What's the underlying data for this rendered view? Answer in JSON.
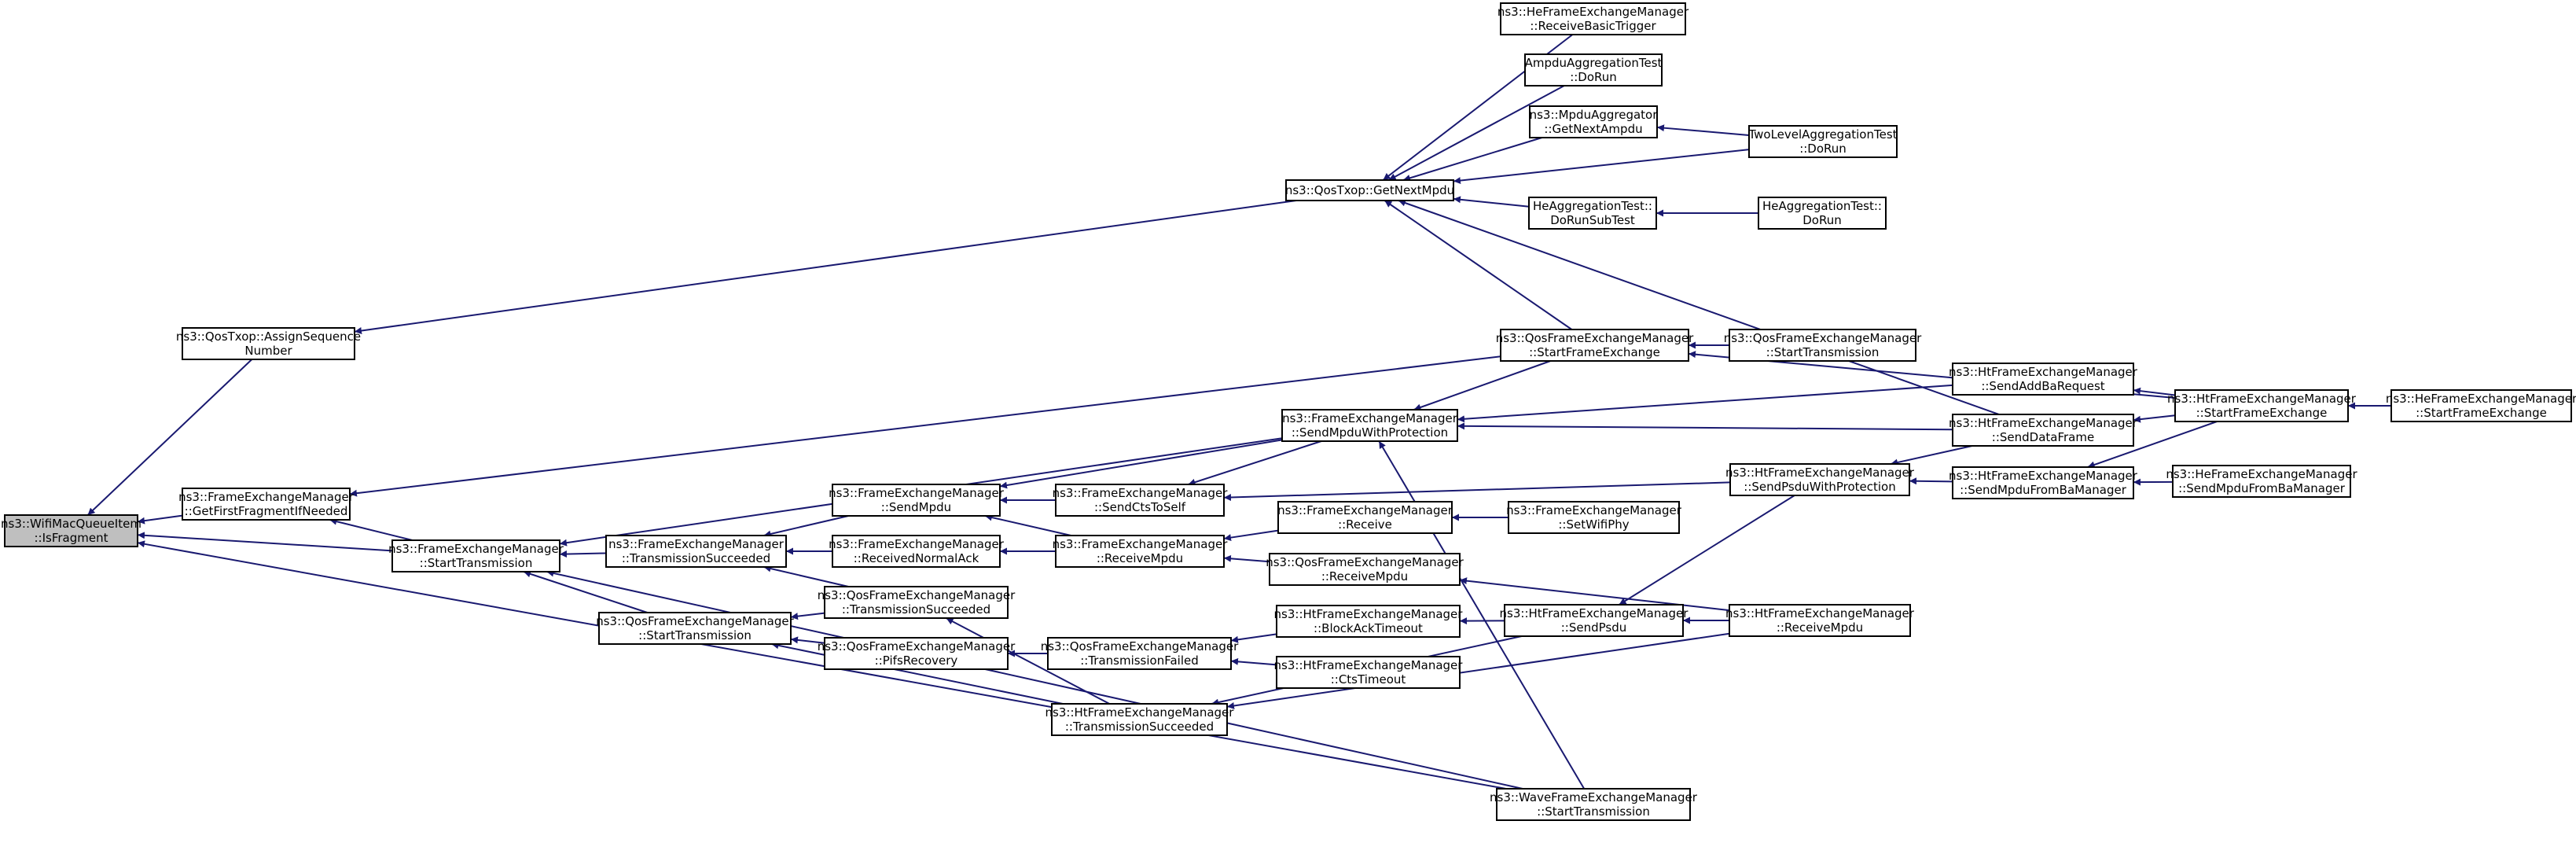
{
  "diagram": {
    "type": "call-graph",
    "direction": "right-to-left",
    "colors": {
      "node_fill": "#ffffff",
      "root_fill": "#bfbfbf",
      "border": "#000000",
      "edge": "#191970"
    },
    "nodes": [
      {
        "id": "root",
        "lines": [
          "ns3::WifiMacQueueItem",
          "::IsFragment"
        ],
        "root": true
      },
      {
        "id": "qostxop_assign",
        "lines": [
          "ns3::QosTxop::AssignSequence",
          "Number"
        ]
      },
      {
        "id": "fem_getfirst",
        "lines": [
          "ns3::FrameExchangeManager",
          "::GetFirstFragmentIfNeeded"
        ]
      },
      {
        "id": "fem_start",
        "lines": [
          "ns3::FrameExchangeManager",
          "::StartTransmission"
        ]
      },
      {
        "id": "fem_txsucc",
        "lines": [
          "ns3::FrameExchangeManager",
          "::TransmissionSucceeded"
        ]
      },
      {
        "id": "qfem_start",
        "lines": [
          "ns3::QosFrameExchangeManager",
          "::StartTransmission"
        ]
      },
      {
        "id": "fem_sendmpdu",
        "lines": [
          "ns3::FrameExchangeManager",
          "::SendMpdu"
        ]
      },
      {
        "id": "fem_recvnormalack",
        "lines": [
          "ns3::FrameExchangeManager",
          "::ReceivedNormalAck"
        ]
      },
      {
        "id": "qfem_txsucc",
        "lines": [
          "ns3::QosFrameExchangeManager",
          "::TransmissionSucceeded"
        ]
      },
      {
        "id": "qfem_pifs",
        "lines": [
          "ns3::QosFrameExchangeManager",
          "::PifsRecovery"
        ]
      },
      {
        "id": "fem_sendcts",
        "lines": [
          "ns3::FrameExchangeManager",
          "::SendCtsToSelf"
        ]
      },
      {
        "id": "fem_recvmpdu",
        "lines": [
          "ns3::FrameExchangeManager",
          "::ReceiveMpdu"
        ]
      },
      {
        "id": "qfem_txfailed",
        "lines": [
          "ns3::QosFrameExchangeManager",
          "::TransmissionFailed"
        ]
      },
      {
        "id": "htfem_txsucc",
        "lines": [
          "ns3::HtFrameExchangeManager",
          "::TransmissionSucceeded"
        ]
      },
      {
        "id": "qostxop_getnext",
        "lines": [
          "ns3::QosTxop::GetNextMpdu"
        ]
      },
      {
        "id": "fem_sendprot",
        "lines": [
          "ns3::FrameExchangeManager",
          "::SendMpduWithProtection"
        ]
      },
      {
        "id": "fem_receive",
        "lines": [
          "ns3::FrameExchangeManager",
          "::Receive"
        ]
      },
      {
        "id": "qfem_recvmpdu",
        "lines": [
          "ns3::QosFrameExchangeManager",
          "::ReceiveMpdu"
        ]
      },
      {
        "id": "htfem_blockack",
        "lines": [
          "ns3::HtFrameExchangeManager",
          "::BlockAckTimeout"
        ]
      },
      {
        "id": "htfem_ctstimeout",
        "lines": [
          "ns3::HtFrameExchangeManager",
          "::CtsTimeout"
        ]
      },
      {
        "id": "hefem_basic",
        "lines": [
          "ns3::HeFrameExchangeManager",
          "::ReceiveBasicTrigger"
        ]
      },
      {
        "id": "ampdu_test",
        "lines": [
          "AmpduAggregationTest",
          "::DoRun"
        ]
      },
      {
        "id": "mpdu_agg",
        "lines": [
          "ns3::MpduAggregator",
          "::GetNextAmpdu"
        ]
      },
      {
        "id": "heagg_sub",
        "lines": [
          "HeAggregationTest::",
          "DoRunSubTest"
        ]
      },
      {
        "id": "qfem_startfe",
        "lines": [
          "ns3::QosFrameExchangeManager",
          "::StartFrameExchange"
        ]
      },
      {
        "id": "fem_setwifiphy",
        "lines": [
          "ns3::FrameExchangeManager",
          "::SetWifiPhy"
        ]
      },
      {
        "id": "htfem_sendpsdu",
        "lines": [
          "ns3::HtFrameExchangeManager",
          "::SendPsdu"
        ]
      },
      {
        "id": "wave_start",
        "lines": [
          "ns3::WaveFrameExchangeManager",
          "::StartTransmission"
        ]
      },
      {
        "id": "qfem_starttx2",
        "lines": [
          "ns3::QosFrameExchangeManager",
          "::StartTransmission"
        ]
      },
      {
        "id": "htfem_psduprot",
        "lines": [
          "ns3::HtFrameExchangeManager",
          "::SendPsduWithProtection"
        ]
      },
      {
        "id": "twolevel",
        "lines": [
          "TwoLevelAggregationTest",
          "::DoRun"
        ]
      },
      {
        "id": "heagg_run",
        "lines": [
          "HeAggregationTest::",
          "DoRun"
        ]
      },
      {
        "id": "htfem_addba",
        "lines": [
          "ns3::HtFrameExchangeManager",
          "::SendAddBaRequest"
        ]
      },
      {
        "id": "htfem_senddata",
        "lines": [
          "ns3::HtFrameExchangeManager",
          "::SendDataFrame"
        ]
      },
      {
        "id": "htfem_frombam",
        "lines": [
          "ns3::HtFrameExchangeManager",
          "::SendMpduFromBaManager"
        ]
      },
      {
        "id": "htfem_recvmpdu",
        "lines": [
          "ns3::HtFrameExchangeManager",
          "::ReceiveMpdu"
        ]
      },
      {
        "id": "htfem_startfe",
        "lines": [
          "ns3::HtFrameExchangeManager",
          "::StartFrameExchange"
        ]
      },
      {
        "id": "hefem_frombam",
        "lines": [
          "ns3::HeFrameExchangeManager",
          "::SendMpduFromBaManager"
        ]
      },
      {
        "id": "hefem_startfe",
        "lines": [
          "ns3::HeFrameExchangeManager",
          "::StartFrameExchange"
        ]
      }
    ],
    "edges": [
      {
        "from": "qostxop_assign",
        "to": "root"
      },
      {
        "from": "fem_getfirst",
        "to": "root"
      },
      {
        "from": "fem_start",
        "to": "root"
      },
      {
        "from": "wave_start",
        "to": "root"
      },
      {
        "from": "qostxop_getnext",
        "to": "qostxop_assign"
      },
      {
        "from": "fem_start",
        "to": "fem_getfirst"
      },
      {
        "from": "qfem_startfe",
        "to": "fem_getfirst"
      },
      {
        "from": "fem_txsucc",
        "to": "fem_start"
      },
      {
        "from": "qfem_start",
        "to": "fem_start"
      },
      {
        "from": "fem_sendprot",
        "to": "fem_start"
      },
      {
        "from": "wave_start",
        "to": "fem_start"
      },
      {
        "from": "fem_sendmpdu",
        "to": "fem_txsucc"
      },
      {
        "from": "fem_recvnormalack",
        "to": "fem_txsucc"
      },
      {
        "from": "qfem_txsucc",
        "to": "fem_txsucc"
      },
      {
        "from": "qfem_txsucc",
        "to": "qfem_start"
      },
      {
        "from": "qfem_pifs",
        "to": "qfem_start"
      },
      {
        "from": "htfem_txsucc",
        "to": "qfem_start"
      },
      {
        "from": "fem_sendprot",
        "to": "fem_sendmpdu"
      },
      {
        "from": "fem_sendcts",
        "to": "fem_sendmpdu"
      },
      {
        "from": "fem_recvmpdu",
        "to": "fem_sendmpdu"
      },
      {
        "from": "fem_recvmpdu",
        "to": "fem_recvnormalack"
      },
      {
        "from": "htfem_txsucc",
        "to": "qfem_txsucc"
      },
      {
        "from": "qfem_txfailed",
        "to": "qfem_pifs"
      },
      {
        "from": "fem_sendprot",
        "to": "fem_sendcts"
      },
      {
        "from": "htfem_psduprot",
        "to": "fem_sendcts"
      },
      {
        "from": "fem_receive",
        "to": "fem_recvmpdu"
      },
      {
        "from": "qfem_recvmpdu",
        "to": "fem_recvmpdu"
      },
      {
        "from": "htfem_blockack",
        "to": "qfem_txfailed"
      },
      {
        "from": "htfem_ctstimeout",
        "to": "qfem_txfailed"
      },
      {
        "from": "htfem_sendpsdu",
        "to": "htfem_txsucc"
      },
      {
        "from": "htfem_recvmpdu",
        "to": "htfem_txsucc"
      },
      {
        "from": "hefem_basic",
        "to": "qostxop_getnext"
      },
      {
        "from": "ampdu_test",
        "to": "qostxop_getnext"
      },
      {
        "from": "mpdu_agg",
        "to": "qostxop_getnext"
      },
      {
        "from": "twolevel",
        "to": "qostxop_getnext"
      },
      {
        "from": "heagg_sub",
        "to": "qostxop_getnext"
      },
      {
        "from": "qfem_startfe",
        "to": "qostxop_getnext"
      },
      {
        "from": "htfem_senddata",
        "to": "qostxop_getnext"
      },
      {
        "from": "qfem_startfe",
        "to": "fem_sendprot"
      },
      {
        "from": "htfem_addba",
        "to": "fem_sendprot"
      },
      {
        "from": "htfem_senddata",
        "to": "fem_sendprot"
      },
      {
        "from": "wave_start",
        "to": "fem_sendprot"
      },
      {
        "from": "fem_setwifiphy",
        "to": "fem_receive"
      },
      {
        "from": "htfem_recvmpdu",
        "to": "qfem_recvmpdu"
      },
      {
        "from": "htfem_sendpsdu",
        "to": "htfem_blockack"
      },
      {
        "from": "twolevel",
        "to": "mpdu_agg"
      },
      {
        "from": "heagg_run",
        "to": "heagg_sub"
      },
      {
        "from": "qfem_starttx2",
        "to": "qfem_startfe"
      },
      {
        "from": "htfem_startfe",
        "to": "qfem_startfe"
      },
      {
        "from": "htfem_psduprot",
        "to": "htfem_sendpsdu"
      },
      {
        "from": "htfem_recvmpdu",
        "to": "htfem_sendpsdu"
      },
      {
        "from": "htfem_senddata",
        "to": "htfem_psduprot"
      },
      {
        "from": "htfem_frombam",
        "to": "htfem_psduprot"
      },
      {
        "from": "htfem_startfe",
        "to": "htfem_addba"
      },
      {
        "from": "htfem_startfe",
        "to": "htfem_senddata"
      },
      {
        "from": "htfem_startfe",
        "to": "htfem_frombam"
      },
      {
        "from": "hefem_frombam",
        "to": "htfem_frombam"
      },
      {
        "from": "hefem_startfe",
        "to": "htfem_startfe"
      }
    ]
  }
}
